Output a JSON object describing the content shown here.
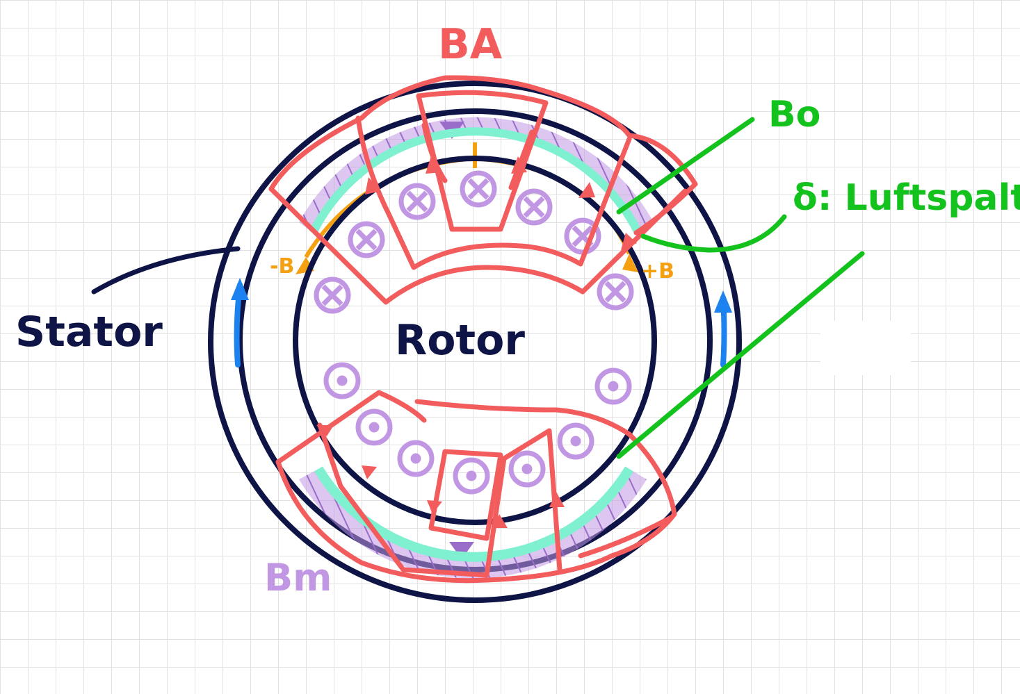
{
  "labels": {
    "ba": "BA",
    "bo": "Bo",
    "luftspalt": "δ: Luftspalt",
    "stator": "Stator",
    "rotor": "Rotor",
    "bm": "Bm",
    "minus_b": "-B",
    "plus_b": "+B"
  },
  "colors": {
    "grid": "#d9d9d9",
    "stator_ring": "#0e1446",
    "flux_lines": "#f25c5c",
    "magnets": "#c197e4",
    "air_gap": "#7ff0d0",
    "field_b": "#f5a011",
    "annotation": "#13c21c",
    "rotation_arrows": "#1b82f0",
    "ba_label": "#f25c5c",
    "bm_label": "#c197e4"
  },
  "conductor_symbols": {
    "upper": "cross",
    "lower": "dot"
  }
}
